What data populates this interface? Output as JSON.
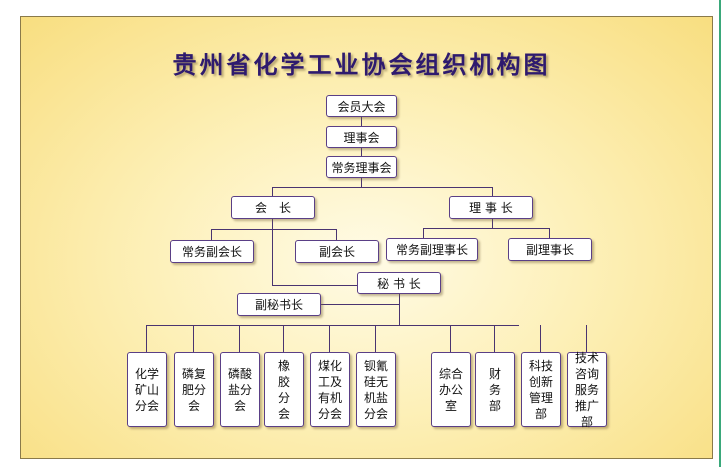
{
  "title": "贵州省化学工业协会组织机构图",
  "nodes": {
    "general_assembly": "会员大会",
    "council": "理事会",
    "standing_council": "常务理事会",
    "president": "会　长",
    "chairman": "理 事 长",
    "exec_vice_president": "常务副会长",
    "vice_president": "副会长",
    "exec_vice_chairman": "常务副理事长",
    "vice_chairman": "副理事长",
    "secretary_general": "秘 书 长",
    "deputy_secretary_general": "副秘书长"
  },
  "branches": [
    "化学矿山分会",
    "磷复肥分会",
    "磷酸盐分会",
    "橡胶分会",
    "煤化工及有机分会",
    "钡氰硅无机盐分会"
  ],
  "departments": [
    "综合办公室",
    "财务部",
    "科技创新管理部",
    "技术咨询服务推广部"
  ]
}
